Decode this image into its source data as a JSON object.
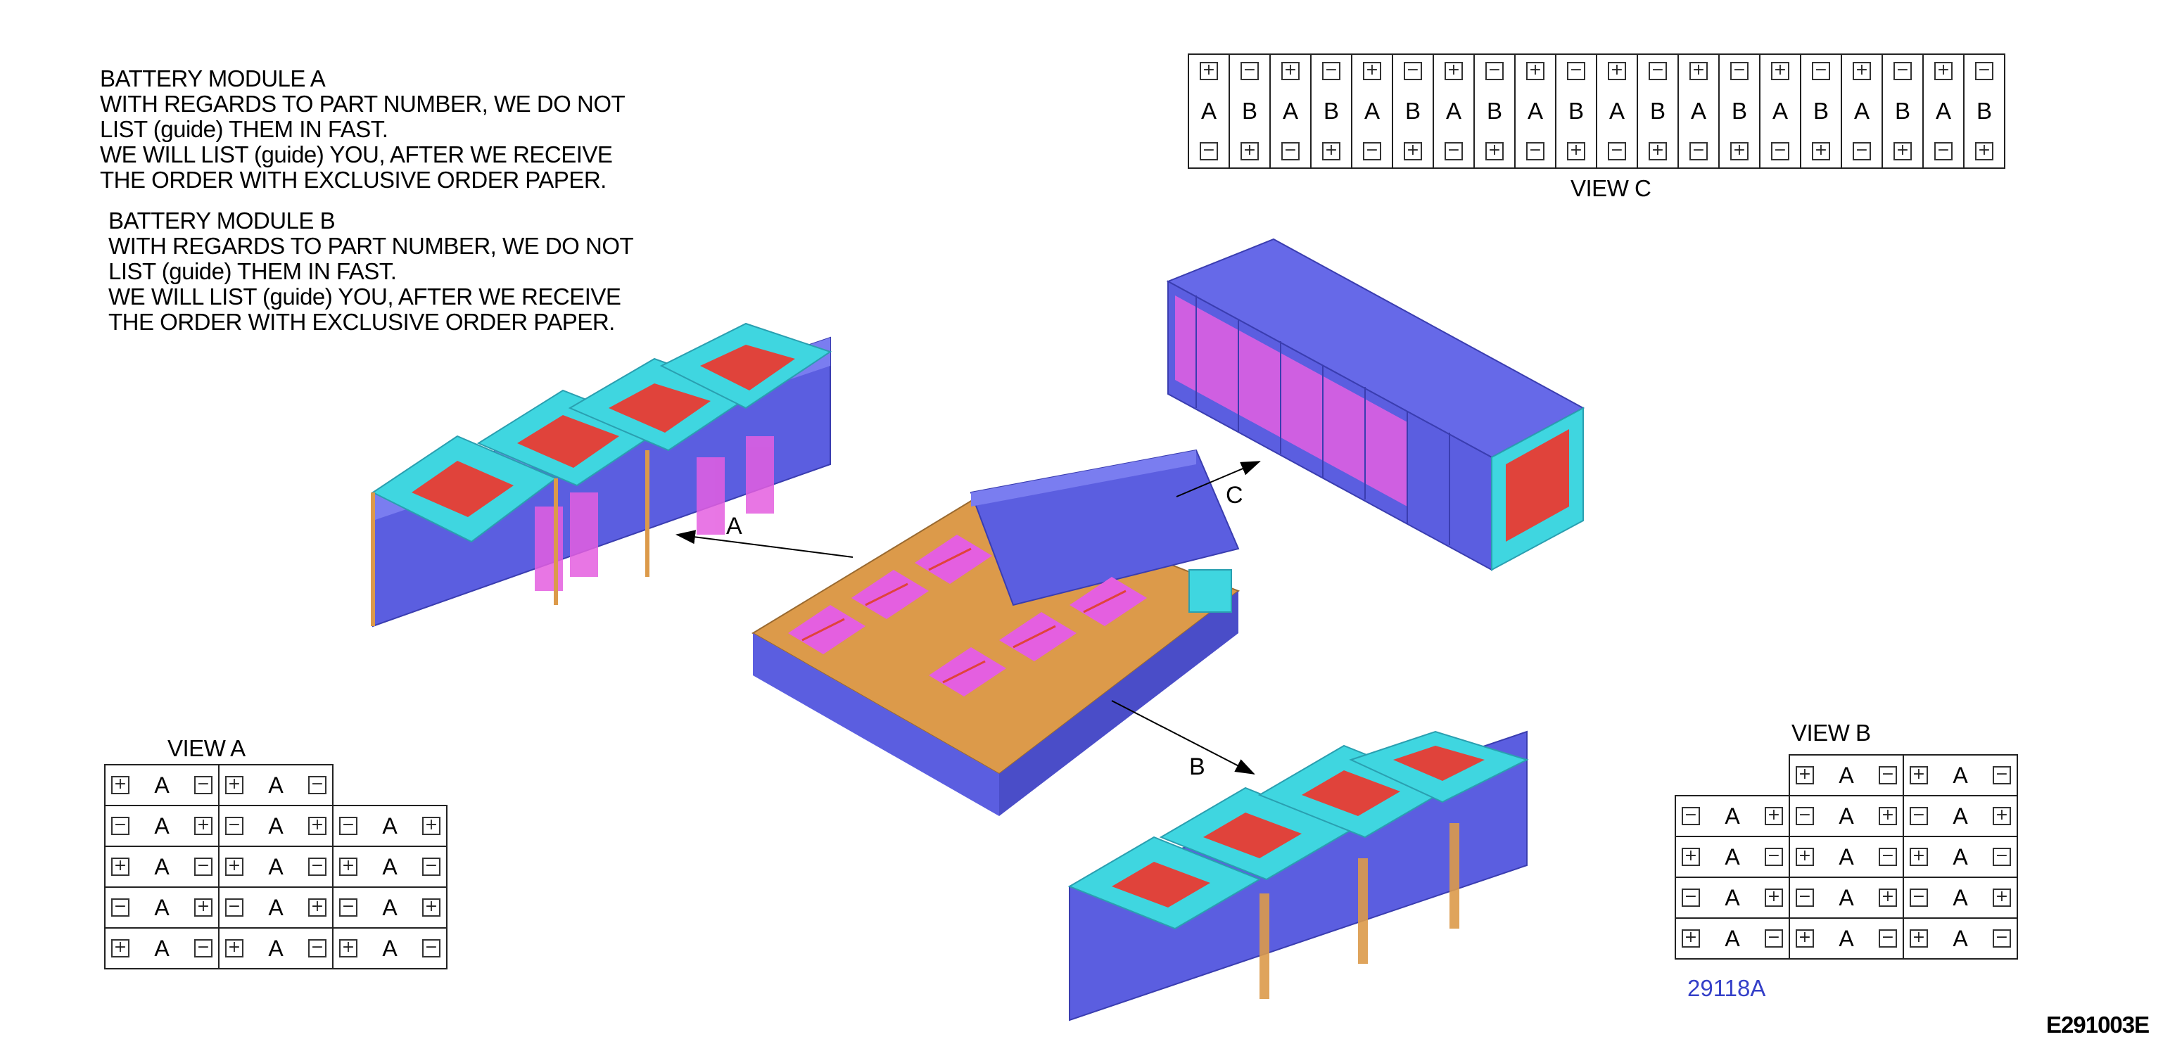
{
  "notes": {
    "module_a": [
      "BATTERY MODULE A",
      "WITH REGARDS TO PART NUMBER, WE DO NOT",
      "LIST (guide) THEM IN FAST.",
      "WE WILL LIST (guide) YOU, AFTER WE RECEIVE",
      "THE ORDER WITH EXCLUSIVE ORDER PAPER."
    ],
    "module_b": [
      "BATTERY MODULE B",
      "WITH REGARDS TO PART NUMBER, WE DO NOT",
      "LIST (guide) THEM IN FAST.",
      "WE WILL LIST (guide) YOU, AFTER WE RECEIVE",
      "THE ORDER WITH EXCLUSIVE ORDER PAPER."
    ]
  },
  "views": {
    "a_title": "VIEW A",
    "b_title": "VIEW B",
    "c_title": "VIEW C"
  },
  "pointers": {
    "a": "A",
    "b": "B",
    "c": "C"
  },
  "symbols": {
    "plus": "+",
    "minus": "−"
  },
  "view_a_rows": [
    [
      {
        "l": "+",
        "m": "A",
        "r": "−"
      },
      {
        "l": "+",
        "m": "A",
        "r": "−"
      },
      null
    ],
    [
      {
        "l": "−",
        "m": "A",
        "r": "+"
      },
      {
        "l": "−",
        "m": "A",
        "r": "+"
      },
      {
        "l": "−",
        "m": "A",
        "r": "+"
      }
    ],
    [
      {
        "l": "+",
        "m": "A",
        "r": "−"
      },
      {
        "l": "+",
        "m": "A",
        "r": "−"
      },
      {
        "l": "+",
        "m": "A",
        "r": "−"
      }
    ],
    [
      {
        "l": "−",
        "m": "A",
        "r": "+"
      },
      {
        "l": "−",
        "m": "A",
        "r": "+"
      },
      {
        "l": "−",
        "m": "A",
        "r": "+"
      }
    ],
    [
      {
        "l": "+",
        "m": "A",
        "r": "−"
      },
      {
        "l": "+",
        "m": "A",
        "r": "−"
      },
      {
        "l": "+",
        "m": "A",
        "r": "−"
      }
    ]
  ],
  "view_b_rows": [
    [
      null,
      {
        "l": "+",
        "m": "A",
        "r": "−"
      },
      {
        "l": "+",
        "m": "A",
        "r": "−"
      }
    ],
    [
      {
        "l": "−",
        "m": "A",
        "r": "+"
      },
      {
        "l": "−",
        "m": "A",
        "r": "+"
      },
      {
        "l": "−",
        "m": "A",
        "r": "+"
      }
    ],
    [
      {
        "l": "+",
        "m": "A",
        "r": "−"
      },
      {
        "l": "+",
        "m": "A",
        "r": "−"
      },
      {
        "l": "+",
        "m": "A",
        "r": "−"
      }
    ],
    [
      {
        "l": "−",
        "m": "A",
        "r": "+"
      },
      {
        "l": "−",
        "m": "A",
        "r": "+"
      },
      {
        "l": "−",
        "m": "A",
        "r": "+"
      }
    ],
    [
      {
        "l": "+",
        "m": "A",
        "r": "−"
      },
      {
        "l": "+",
        "m": "A",
        "r": "−"
      },
      {
        "l": "+",
        "m": "A",
        "r": "−"
      }
    ]
  ],
  "view_c_cols": [
    {
      "t": "+",
      "m": "A",
      "b": "−"
    },
    {
      "t": "−",
      "m": "B",
      "b": "+"
    },
    {
      "t": "+",
      "m": "A",
      "b": "−"
    },
    {
      "t": "−",
      "m": "B",
      "b": "+"
    },
    {
      "t": "+",
      "m": "A",
      "b": "−"
    },
    {
      "t": "−",
      "m": "B",
      "b": "+"
    },
    {
      "t": "+",
      "m": "A",
      "b": "−"
    },
    {
      "t": "−",
      "m": "B",
      "b": "+"
    },
    {
      "t": "+",
      "m": "A",
      "b": "−"
    },
    {
      "t": "−",
      "m": "B",
      "b": "+"
    },
    {
      "t": "+",
      "m": "A",
      "b": "−"
    },
    {
      "t": "−",
      "m": "B",
      "b": "+"
    },
    {
      "t": "+",
      "m": "A",
      "b": "−"
    },
    {
      "t": "−",
      "m": "B",
      "b": "+"
    },
    {
      "t": "+",
      "m": "A",
      "b": "−"
    },
    {
      "t": "−",
      "m": "B",
      "b": "+"
    },
    {
      "t": "+",
      "m": "A",
      "b": "−"
    },
    {
      "t": "−",
      "m": "B",
      "b": "+"
    },
    {
      "t": "+",
      "m": "A",
      "b": "−"
    },
    {
      "t": "−",
      "m": "B",
      "b": "+"
    }
  ],
  "reference_code": "29118A",
  "figure_id": "E291003E",
  "colors": {
    "cell_blue": "#5b5ee0",
    "cell_magenta": "#e45fe0",
    "frame_cyan": "#3fd6e0",
    "pad_red": "#e0433b",
    "housing_orange": "#dc9a4a",
    "ref_blue": "#3540c8"
  }
}
